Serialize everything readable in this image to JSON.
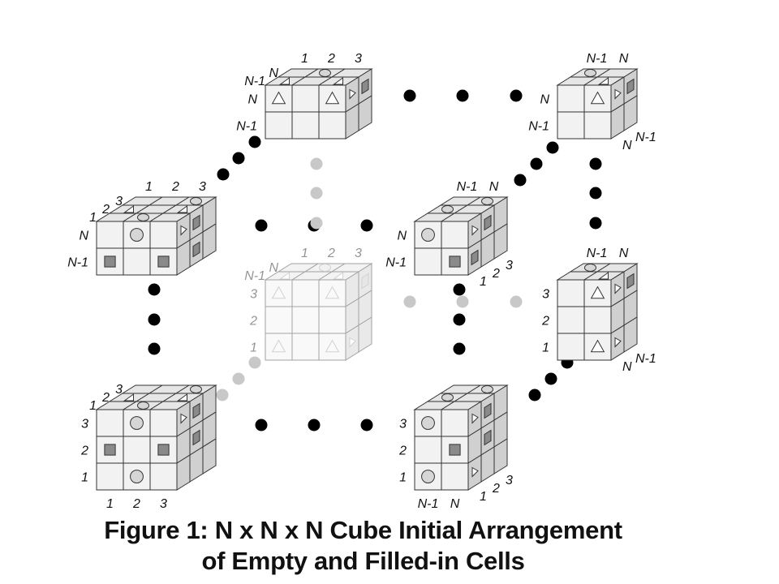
{
  "caption": {
    "line1": "Figure 1: N x N x N Cube Initial Arrangement",
    "line2": "of Empty and Filled-in Cells"
  },
  "palette": {
    "front_face": "#f2f2f2",
    "top_face": "#e6e6e6",
    "side_face": "#d0d0d0",
    "edge": "#333333",
    "filled_square": "#8a8a8a",
    "circle_fill": "#d6d6d6",
    "dot_black": "#000000",
    "dot_gray": "#c8c8c8"
  },
  "cubes": [
    {
      "name": "cube-top-back",
      "faded": false,
      "front": [
        [
          "triangle",
          "",
          "triangle"
        ],
        [
          "",
          "",
          ""
        ]
      ],
      "top": [
        [
          "",
          "circle",
          ""
        ],
        [
          "triangle",
          "",
          "triangle"
        ]
      ],
      "side": [
        [
          "triangle",
          "square"
        ],
        [
          "",
          ""
        ]
      ],
      "labels": [
        {
          "text": "1",
          "pos": "top-1"
        },
        {
          "text": "2",
          "pos": "top-2"
        },
        {
          "text": "3",
          "pos": "top-3"
        },
        {
          "text": "N",
          "pos": "depth-0"
        },
        {
          "text": "N-1",
          "pos": "depth-1"
        },
        {
          "text": "N",
          "pos": "row-0"
        },
        {
          "text": "N-1",
          "pos": "row-1"
        }
      ]
    },
    {
      "name": "cube-top-right",
      "faded": false,
      "front": [
        [
          "",
          "triangle"
        ],
        [
          "",
          ""
        ]
      ],
      "top": [
        [
          "circle",
          ""
        ],
        [
          "",
          "triangle"
        ]
      ],
      "side": [
        [
          "triangle",
          "square"
        ],
        [
          "",
          ""
        ]
      ],
      "labels": [
        {
          "text": "N-1",
          "pos": "top-1"
        },
        {
          "text": "N",
          "pos": "top-2"
        },
        {
          "text": "N",
          "pos": "row-0"
        },
        {
          "text": "N-1",
          "pos": "row-1"
        },
        {
          "text": "N",
          "pos": "side-1"
        },
        {
          "text": "N-1",
          "pos": "side-2"
        }
      ]
    },
    {
      "name": "cube-middle-left",
      "faded": false,
      "front": [
        [
          "",
          "circle",
          ""
        ],
        [
          "square",
          "",
          "square"
        ]
      ],
      "top": [
        [
          "",
          "",
          "circle"
        ],
        [
          "triangle",
          "",
          "triangle"
        ],
        [
          "",
          "circle",
          ""
        ]
      ],
      "side": [
        [
          "triangle",
          "square"
        ],
        [
          "",
          "square"
        ]
      ],
      "labels": [
        {
          "text": "1",
          "pos": "top-1"
        },
        {
          "text": "2",
          "pos": "top-2"
        },
        {
          "text": "3",
          "pos": "top-3"
        },
        {
          "text": "3",
          "pos": "depth-0"
        },
        {
          "text": "2",
          "pos": "depth-1"
        },
        {
          "text": "1",
          "pos": "depth-2"
        },
        {
          "text": "N",
          "pos": "row-0"
        },
        {
          "text": "N-1",
          "pos": "row-1"
        }
      ]
    },
    {
      "name": "cube-center-faded",
      "faded": true,
      "front": [
        [
          "triangle",
          "",
          "triangle"
        ],
        [
          "",
          "",
          ""
        ],
        [
          "triangle",
          "",
          "triangle"
        ]
      ],
      "top": [
        [
          "",
          "circle",
          ""
        ],
        [
          "triangle",
          "",
          "triangle"
        ]
      ],
      "side": [
        [
          "",
          "square"
        ],
        [
          "",
          ""
        ],
        [
          "triangle",
          ""
        ]
      ],
      "labels": [
        {
          "text": "1",
          "pos": "top-1"
        },
        {
          "text": "2",
          "pos": "top-2"
        },
        {
          "text": "3",
          "pos": "top-3"
        },
        {
          "text": "N",
          "pos": "depth-0"
        },
        {
          "text": "N-1",
          "pos": "depth-1"
        },
        {
          "text": "3",
          "pos": "row-0"
        },
        {
          "text": "2",
          "pos": "row-1"
        },
        {
          "text": "1",
          "pos": "row-2"
        }
      ]
    },
    {
      "name": "cube-middle-center",
      "faded": false,
      "front": [
        [
          "circle",
          ""
        ],
        [
          "",
          "square"
        ]
      ],
      "top": [
        [
          "",
          "circle"
        ],
        [
          "circle",
          ""
        ],
        [
          "",
          ""
        ]
      ],
      "side": [
        [
          "triangle",
          "square",
          ""
        ],
        [
          "square",
          "",
          ""
        ]
      ],
      "labels": [
        {
          "text": "N-1",
          "pos": "top-1"
        },
        {
          "text": "N",
          "pos": "top-2"
        },
        {
          "text": "N",
          "pos": "row-0"
        },
        {
          "text": "N-1",
          "pos": "row-1"
        },
        {
          "text": "1",
          "pos": "side-1"
        },
        {
          "text": "2",
          "pos": "side-2"
        },
        {
          "text": "3",
          "pos": "side-3"
        }
      ]
    },
    {
      "name": "cube-middle-right",
      "faded": false,
      "front": [
        [
          "",
          "triangle"
        ],
        [
          "",
          ""
        ],
        [
          "",
          "triangle"
        ]
      ],
      "top": [
        [
          "circle",
          ""
        ],
        [
          "",
          "triangle"
        ]
      ],
      "side": [
        [
          "triangle",
          "square"
        ],
        [
          "",
          ""
        ],
        [
          "triangle",
          ""
        ]
      ],
      "labels": [
        {
          "text": "N-1",
          "pos": "top-1"
        },
        {
          "text": "N",
          "pos": "top-2"
        },
        {
          "text": "3",
          "pos": "row-0"
        },
        {
          "text": "2",
          "pos": "row-1"
        },
        {
          "text": "1",
          "pos": "row-2"
        },
        {
          "text": "N",
          "pos": "side-1"
        },
        {
          "text": "N-1",
          "pos": "side-2"
        }
      ]
    },
    {
      "name": "cube-bottom-left",
      "faded": false,
      "front": [
        [
          "",
          "circle",
          ""
        ],
        [
          "square",
          "",
          "square"
        ],
        [
          "",
          "circle",
          ""
        ]
      ],
      "top": [
        [
          "",
          "",
          "circle"
        ],
        [
          "triangle",
          "",
          "triangle"
        ],
        [
          "",
          "circle",
          ""
        ]
      ],
      "side": [
        [
          "triangle",
          "square"
        ],
        [
          "",
          "square"
        ],
        [
          "",
          ""
        ]
      ],
      "labels": [
        {
          "text": "3",
          "pos": "depth-0"
        },
        {
          "text": "2",
          "pos": "depth-1"
        },
        {
          "text": "1",
          "pos": "depth-2"
        },
        {
          "text": "3",
          "pos": "row-0"
        },
        {
          "text": "2",
          "pos": "row-1"
        },
        {
          "text": "1",
          "pos": "row-2"
        },
        {
          "text": "1",
          "pos": "bottom-1"
        },
        {
          "text": "2",
          "pos": "bottom-2"
        },
        {
          "text": "3",
          "pos": "bottom-3"
        }
      ]
    },
    {
      "name": "cube-bottom-right",
      "faded": false,
      "front": [
        [
          "circle",
          ""
        ],
        [
          "",
          "square"
        ],
        [
          "circle",
          ""
        ]
      ],
      "top": [
        [
          "",
          "circle"
        ],
        [
          "circle",
          ""
        ],
        [
          "",
          ""
        ]
      ],
      "side": [
        [
          "triangle",
          "square",
          ""
        ],
        [
          "",
          "square",
          ""
        ],
        [
          "triangle",
          "",
          ""
        ]
      ],
      "labels": [
        {
          "text": "3",
          "pos": "row-0"
        },
        {
          "text": "2",
          "pos": "row-1"
        },
        {
          "text": "1",
          "pos": "row-2"
        },
        {
          "text": "N-1",
          "pos": "bottom-1"
        },
        {
          "text": "N",
          "pos": "bottom-2"
        },
        {
          "text": "1",
          "pos": "side-1"
        },
        {
          "text": "2",
          "pos": "side-2"
        },
        {
          "text": "3",
          "pos": "side-3"
        }
      ]
    }
  ],
  "dot_chains": [
    {
      "name": "chain-top-back-to-top-right",
      "color": "black"
    },
    {
      "name": "chain-top-back-to-middle-left",
      "color": "black"
    },
    {
      "name": "chain-top-right-to-middle-center",
      "color": "black"
    },
    {
      "name": "chain-top-right-to-middle-right",
      "color": "black"
    },
    {
      "name": "chain-middle-left-to-bottom-left",
      "color": "black"
    },
    {
      "name": "chain-middle-center-to-bottom-right",
      "color": "black"
    },
    {
      "name": "chain-middle-right-to-bottom-right",
      "color": "black"
    },
    {
      "name": "chain-bottom-left-to-bottom-right",
      "color": "black"
    },
    {
      "name": "chain-center-row",
      "color": "black"
    },
    {
      "name": "chain-hidden-vertical",
      "color": "gray"
    },
    {
      "name": "chain-hidden-horizontal",
      "color": "gray"
    },
    {
      "name": "chain-hidden-diagonal",
      "color": "gray"
    }
  ]
}
